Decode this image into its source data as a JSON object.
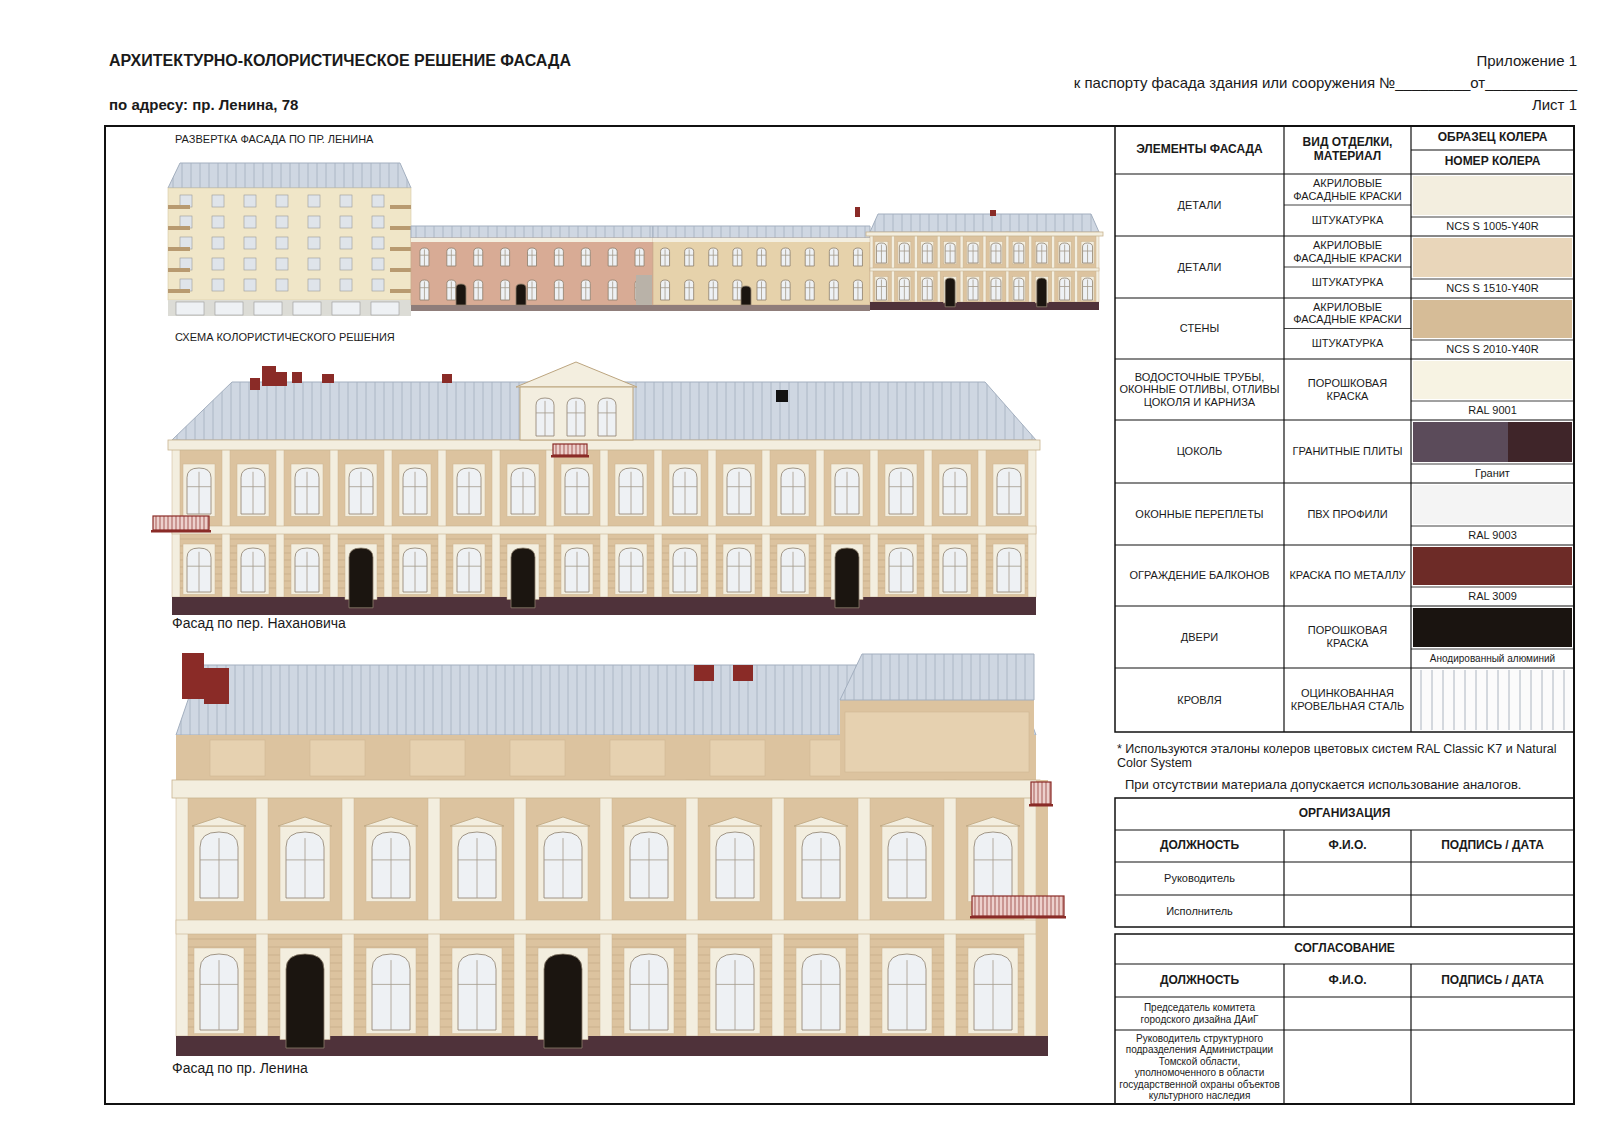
{
  "diagram": {
    "title": "АРХИТЕКТУРНО-КОЛОРИСТИЧЕСКОЕ РЕШЕНИЕ ФАСАДА",
    "labels": [
      "Приложение 1",
      "к паспорту фасада здания или сооружения №_________от___________",
      "по адресу: пр. Ленина, 78",
      "Лист 1",
      "РАЗВЕРТКА ФАСАДА ПО ПР. ЛЕНИНА",
      "СХЕМА КОЛОРИСТИЧЕСКОГО РЕШЕНИЯ",
      "Фасад по пер. Нахановича",
      "Фасад по пр. Ленина",
      "ЭЛЕМЕНТЫ ФАСАДА",
      "ВИД ОТДЕЛКИ, МАТЕРИАЛ",
      "ОБРАЗЕЦ КОЛЕРА",
      "НОМЕР КОЛЕРА",
      "ДЕТАЛИ",
      "АКРИЛОВЫЕ ФАСАДНЫЕ КРАСКИ",
      "ШТУКАТУРКА",
      "ДЕТАЛИ",
      "АКРИЛОВЫЕ ФАСАДНЫЕ КРАСКИ",
      "ШТУКАТУРКА",
      "СТЕНЫ",
      "АКРИЛОВЫЕ ФАСАДНЫЕ КРАСКИ",
      "ШТУКАТУРКА",
      "ВОДОСТОЧНЫЕ ТРУБЫ, ОКОННЫЕ ОТЛИВЫ, ОТЛИВЫ ЦОКОЛЯ И КАРНИЗА",
      "ПОРОШКОВАЯ КРАСКА",
      "ЦОКОЛЬ",
      "ГРАНИТНЫЕ ПЛИТЫ",
      "ОКОННЫЕ ПЕРЕПЛЕТЫ",
      "ПВХ ПРОФИЛИ",
      "ОГРАЖДЕНИЕ БАЛКОНОВ",
      "КРАСКА ПО МЕТАЛЛУ",
      "ДВЕРИ",
      "ПОРОШКОВАЯ КРАСКА",
      "КРОВЛЯ",
      "ОЦИНКОВАННАЯ КРОВЕЛЬНАЯ СТАЛЬ",
      "* Используются эталоны колеров цветовых систем RAL Classic K7 и Natural Color System",
      "При отсутствии материала допускается использование аналогов.",
      "ОРГАНИЗАЦИЯ",
      "ДОЛЖНОСТЬ",
      "Ф.И.О.",
      "ПОДПИСЬ / ДАТА",
      "Руководитель",
      "Исполнитель",
      "СОГЛАСОВАНИЕ",
      "ДОЛЖНОСТЬ",
      "Ф.И.О.",
      "ПОДПИСЬ / ДАТА",
      "Председатель комитета городского дизайна ДАиГ",
      "Руководитель структурного подразделения Администрации Томской области, уполномоченного в области государственной охраны объектов культурного наследия"
    ],
    "legend": [
      {
        "text": "NCS S 1005-Y40R",
        "color": "#f3eedf"
      },
      {
        "text": "NCS S 1510-Y40R",
        "color": "#e9d6ba"
      },
      {
        "text": "NCS S 2010-Y40R",
        "color": "#d6bc97"
      },
      {
        "text": "RAL 9001",
        "color": "#f7f3e3"
      },
      {
        "text": "Гранит"
      },
      {
        "text": "RAL 9003",
        "color": "#f4f4f4"
      },
      {
        "text": "RAL 3009",
        "color": "#6d2b27"
      },
      {
        "text": "Анодированный алюминий",
        "color": "#1a1410"
      }
    ]
  }
}
